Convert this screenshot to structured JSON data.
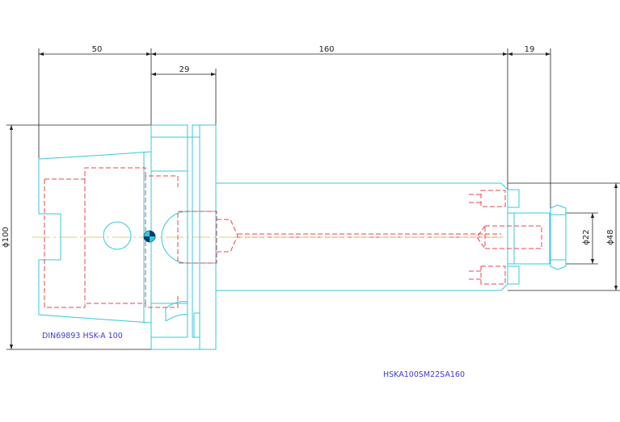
{
  "dimensions": {
    "overall_taper": "50",
    "overall_length": "160",
    "flange_width": "29",
    "nut_length": "19",
    "dia_flange": "ϕ100",
    "dia_body": "ϕ48",
    "dia_bore": "ϕ22"
  },
  "labels": {
    "standard": "DIN69893 HSK-A 100",
    "part_code": "HSKA100SM22SA160"
  },
  "colors": {
    "outline": "#35c8dc",
    "hidden": "#e8454d",
    "center": "#d8c23a",
    "dim": "#222222",
    "label": "#3b3bd8"
  }
}
